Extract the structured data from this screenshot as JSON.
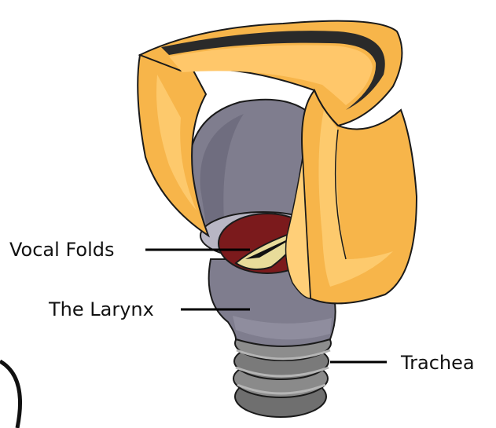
{
  "labels": {
    "vocal_folds": "Vocal Folds",
    "larynx": "The Larynx",
    "trachea": "Trachea"
  },
  "colors": {
    "cartilage": "#f7b54a",
    "cartilage_light": "#ffd27a",
    "larynx_body": "#7f7d8e",
    "larynx_shadow": "#5d5b6c",
    "fold_membrane": "#7b1a1c",
    "fold_tissue": "#e8dc9a",
    "trachea_ring": "#7d7d7d",
    "trachea_shadow": "#555555",
    "outline": "#1a1a1a",
    "leader_line": "#000000"
  }
}
